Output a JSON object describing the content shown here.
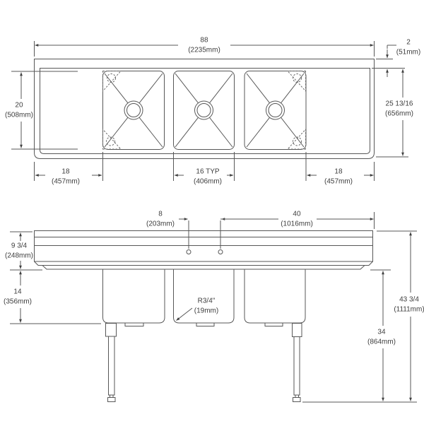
{
  "dims": {
    "overall_width": {
      "value": "88",
      "metric": "(2235mm)"
    },
    "rim_depth": {
      "value": "2",
      "metric": "(51mm)"
    },
    "bowl_front_to_back": {
      "value": "20",
      "metric": "(508mm)"
    },
    "overall_front_to_back": {
      "value": "25 13/16",
      "metric": "(656mm)"
    },
    "left_drainboard": {
      "value": "18",
      "metric": "(457mm)"
    },
    "bowl_width": {
      "value": "16 TYP",
      "metric": "(406mm)"
    },
    "right_drainboard": {
      "value": "18",
      "metric": "(457mm)"
    },
    "faucet_hole_spacing": {
      "value": "8",
      "metric": "(203mm)"
    },
    "faucet_to_right_edge": {
      "value": "40",
      "metric": "(1016mm)"
    },
    "backsplash_to_rim": {
      "value": "9 3/4",
      "metric": "(248mm)"
    },
    "bowl_depth": {
      "value": "14",
      "metric": "(356mm)"
    },
    "corner_radius": {
      "value": "R3/4\"",
      "metric": "(19mm)"
    },
    "floor_to_underside": {
      "value": "34",
      "metric": "(864mm)"
    },
    "overall_height": {
      "value": "43 3/4",
      "metric": "(1111mm)"
    }
  }
}
